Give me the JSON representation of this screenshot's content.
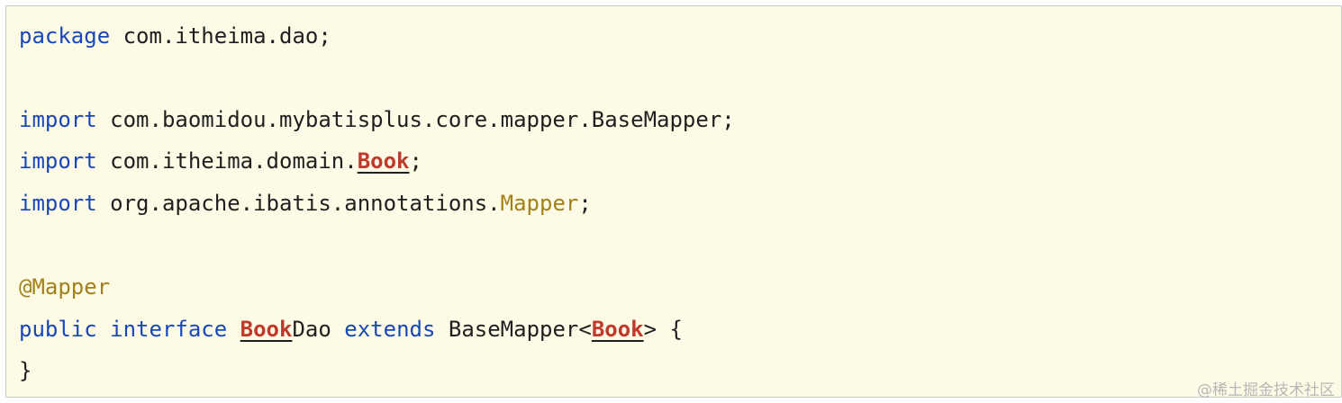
{
  "code": {
    "package_kw": "package",
    "package_name": " com.itheima.dao;",
    "import_kw": "import",
    "import1_path": " com.baomidou.mybatisplus.core.mapper.BaseMapper;",
    "import2_prefix": " com.itheima.domain.",
    "book_type": "Book",
    "semicolon": ";",
    "import3_prefix": " org.apache.ibatis.annotations.",
    "mapper_type": "Mapper",
    "annotation": "@Mapper",
    "public_kw": "public",
    "interface_kw": "interface",
    "dao_suffix": "Dao",
    "extends_kw": "extends",
    "base_mapper_open": " BaseMapper<",
    "generic_close": "> {",
    "closing_brace": "}"
  },
  "colors": {
    "keyword": "#1a47b8",
    "annotation": "#a3811a",
    "error_type": "#c0392b",
    "background": "#fdfbe6"
  },
  "watermark": "@稀土掘金技术社区"
}
